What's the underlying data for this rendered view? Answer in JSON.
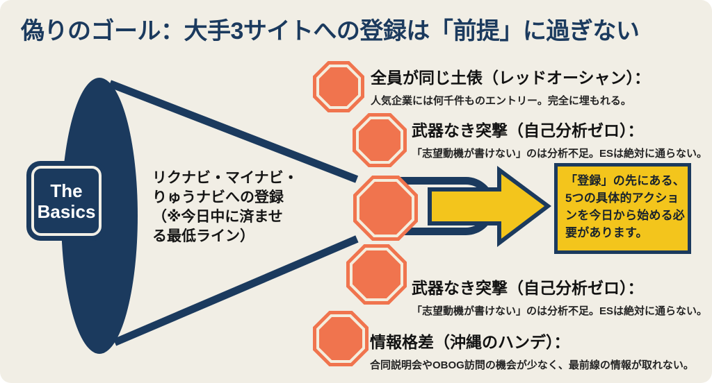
{
  "title": "偽りのゴール：大手3サイトへの登録は「前提」に過ぎない",
  "funnel": {
    "badge": "The\nBasics",
    "label": "リクナビ・マイナビ・\nりゅうナビへの登録\n（※今日中に済ませ\nる最低ライン）"
  },
  "warnings": [
    {
      "title": "全員が同じ土俵（レッドオーシャン）：",
      "desc": "人気企業には何千件ものエントリー。完全に埋もれる。"
    },
    {
      "title": "武器なき突撃（自己分析ゼロ）：",
      "desc": "「志望動機が書けない」のは分析不足。ESは絶対に通らない。"
    },
    {
      "title": "武器なき突撃（自己分析ゼロ）：",
      "desc": "「志望動機が書けない」のは分析不足。ESは絶対に通らない。"
    },
    {
      "title": "情報格差（沖縄のハンデ）：",
      "desc": "合同説明会やOBOG訪問の機会が少なく、最前線の情報が取れない。"
    }
  ],
  "callout": "「登録」の先にある、\n5つの具体的アクショ\nンを今日から始める必\n要があります。",
  "colors": {
    "navy": "#1b3a5e",
    "orange": "#f0744e",
    "ring": "#f4eddd",
    "gold": "#f3c51c",
    "bg": "#f1eee5"
  }
}
